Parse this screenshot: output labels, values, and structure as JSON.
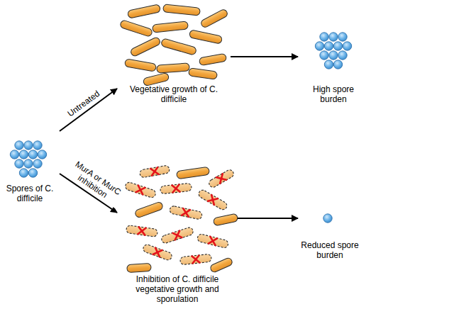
{
  "diagram": {
    "nodes": [
      {
        "text": [
          "Spores of C. difficile"
        ]
      },
      {
        "text": [
          "Vegetative growth of C. difficile"
        ]
      },
      {
        "text": [
          "High spore burden"
        ]
      },
      {
        "text": [
          "Inhibition of C. difficile vegetative growth and sporulation"
        ]
      },
      {
        "text": [
          "Reduced spore burden"
        ]
      }
    ],
    "edges": [
      {
        "from": 0,
        "to": 1,
        "arrow": "to",
        "label": "Untreated"
      },
      {
        "from": 0,
        "to": 3,
        "arrow": "to",
        "label": "MurA or MurC inhibition"
      },
      {
        "from": 1,
        "to": 2,
        "arrow": "to"
      },
      {
        "from": 3,
        "to": 4,
        "arrow": "to"
      }
    ]
  }
}
